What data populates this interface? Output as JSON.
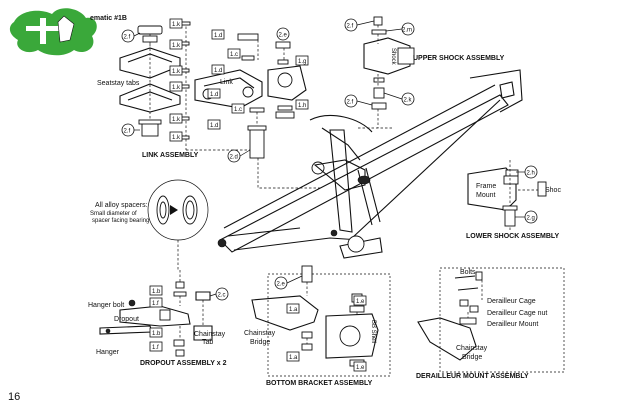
{
  "header": {
    "schematic_label": "ematic #1B",
    "page_number": "16"
  },
  "logo": {
    "brand_color": "#3aa83a"
  },
  "assemblies": {
    "link": "LINK ASSEMBLY",
    "upper_shock": "UPPER SHOCK ASSEMBLY",
    "lower_shock": "LOWER SHOCK ASSEMBLY",
    "dropout": "DROPOUT ASSEMBLY x 2",
    "bottom_bracket": "BOTTOM BRACKET ASSEMBLY",
    "derailleur_mount": "DERAILLEUR MOUNT ASSEMBLY"
  },
  "labels": {
    "seatstay_tabs": "Seatstay tabs",
    "link": "Link",
    "shock": "Shock",
    "shoc": "Shoc",
    "frame_mount_1": "Frame",
    "frame_mount_2": "Mount",
    "all_alloy": "All alloy spacers:",
    "small_diam_1": "Small diameter of",
    "small_diam_2": "spacer facing bearing",
    "hanger_bolt": "Hanger bolt",
    "dropout": "Dropout",
    "hanger": "Hanger",
    "chainstay_tab_1": "Chainstay",
    "chainstay_tab_2": "Tab",
    "chainstay_bridge_1": "Chainstay",
    "chainstay_bridge_2": "Bridge",
    "bb_shell": "BB Shell",
    "bolts": "Bolts",
    "derailleur_cage": "Derailleur Cage",
    "derailleur_cage_nut": "Derailleur Cage nut",
    "derailleur_mount": "Derailleur Mount",
    "chainstay_bridge_b1": "Chainstay",
    "chainstay_bridge_b2": "Bridge"
  },
  "callouts": {
    "c2f_top": "2.f",
    "c2f_bot": "2.f",
    "k1": "1.k",
    "k2": "1.k",
    "k3": "1.k",
    "k4": "1.k",
    "k5": "1.k",
    "k6": "1.k",
    "d1": "1.d",
    "d2": "1.d",
    "d3": "1.d",
    "d4": "1.d",
    "c1": "1.c",
    "c2": "1.c",
    "e2": "2.e",
    "g1": "1.g",
    "h1": "1.h",
    "c2d": "2.d",
    "u2f": "2.f",
    "u2m": "2.m",
    "u2k": "2.k",
    "u2f_b": "2.f",
    "l2h": "2.h",
    "l2g": "2.g",
    "dr1b": "1.b",
    "dr1f": "1.f",
    "dr1b2": "1.b",
    "dr1f2": "1.f",
    "dr2c": "2.c",
    "bb2e": "2.e",
    "bb1a": "1.a",
    "bb1e": "1.e",
    "bb1a2": "1.a",
    "bb1e2": "1.e"
  }
}
